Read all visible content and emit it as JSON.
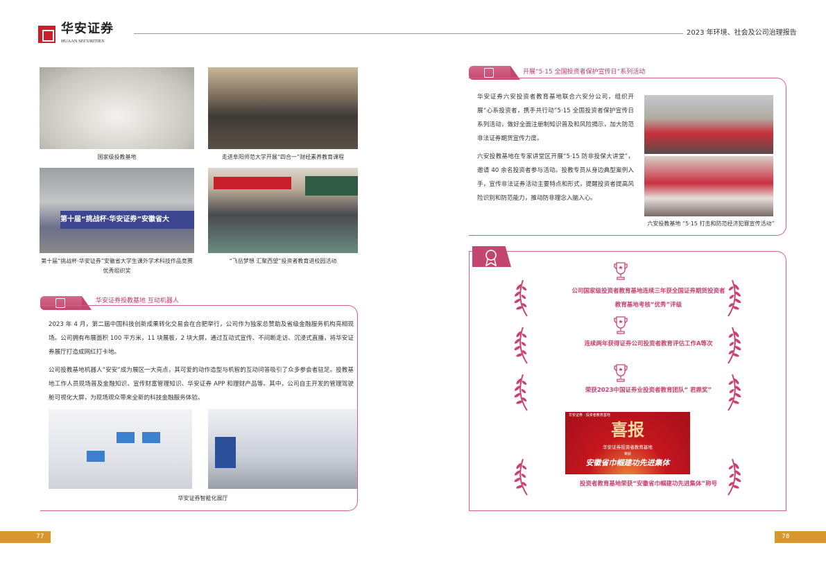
{
  "header": {
    "logo_cn": "华安证券",
    "logo_en": "HUAAN SECURITIES",
    "report_title": "2023 年环境、社会及公司治理报告"
  },
  "left_page": {
    "photos": [
      {
        "caption": "国家级投教基地"
      },
      {
        "caption": "走进阜阳师范大学开展“四合一”财经素养教育课程"
      },
      {
        "caption": "第十届“挑战杯·华安证券”安徽省大学生课外学术科技作品竞赛优秀组织奖",
        "overlay": "第十届“挑战杯·华安证券”安徽省大"
      },
      {
        "caption": "“飞岳梦想 汇聚西望”投资者教育进校园活动"
      }
    ],
    "section": {
      "title": "华安证券投教基地 互动机器人",
      "paragraphs": [
        "2023 年 4 月，第二届中国科技创新成果转化交易会在合肥举行，公司作为独家总赞助及省级金融服务机构亮相现场。公司拥有布展面积 100 平方米，11 块展板，2 块大屏，通过互动式宣传、不间断走访、沉浸式直播，将华安证券展厅打造成网红打卡地。",
        "公司投教基地机器人“安安”成为展区一大亮点，其可爱的动作造型与机智的互动问答吸引了众多参会者驻足。投教基地工作人员现场普及金融知识、宣传财富管理知识、华安证券 APP 和理财产品等。其中，公司自主开发的管理驾驶舱可视化大屏，为现场观众带来全新的科技金融服务体验。"
      ],
      "photo_caption": "华安证券智能化展厅"
    },
    "page_number": "77"
  },
  "right_page": {
    "section": {
      "title": "开展“5·15 全国投资者保护宣传日”系列活动",
      "paragraphs": [
        "华安证券六安投资者教育基地联合六安分公司，组织开展“心系投资者，携手共行动”5·15 全国投资者保护宣传日系列活动，做好全面注册制知识普及和风险揭示，加大防范非法证券期货宣传力度。",
        "六安投教基地在专家讲堂区开展“5·15 防非投保大讲堂”，邀请 40 余名投资者参与活动。投教专员从身边典型案例入手，宣传非法证券活动主要特点和形式，提醒投资者提高风险识别和防范能力，推动防非理念入脑入心。"
      ],
      "photo_caption": "六安投教基地 “5·15 打击和防范经济犯罪宣传活动”"
    },
    "awards": [
      {
        "line1": "公司国家级投资者教育基地连续三年获全国证券期货投资者",
        "line2": "教育基地考核“优秀”评级"
      },
      {
        "line1": "连续两年获得证券公司投资者教育评估工作A等次"
      },
      {
        "line1": "荣获2023中国证券业投资者教育团队“ 君鼎奖”"
      },
      {
        "line1": "投资者教育基地荣获“安徽省巾帼建功先进集体”称号"
      }
    ],
    "certificate": {
      "header": "华安证券 · 投资者教育基地",
      "title": "喜报",
      "org": "华安证券投资者教育基地",
      "verb": "荣获",
      "honor": "安徽省巾帼建功先进集体"
    },
    "page_number": "78"
  },
  "colors": {
    "accent": "#c8436f",
    "page_tab": "#d9962e"
  }
}
